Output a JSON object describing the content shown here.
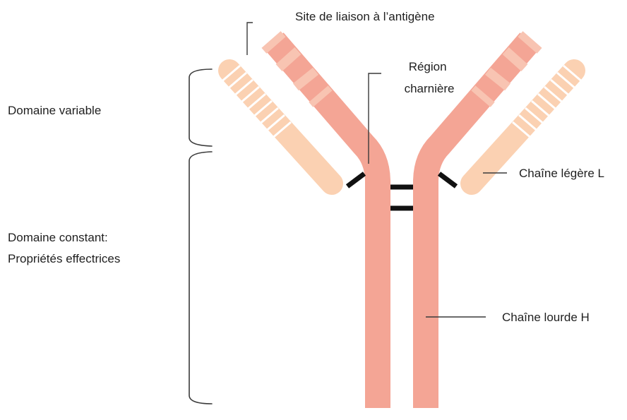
{
  "labels": {
    "antigen_site": "Site de liaison à l’antigène",
    "hinge_line1": "Région",
    "hinge_line2": "charnière",
    "variable_domain": "Domaine variable",
    "constant_domain_line1": "Domaine constant:",
    "constant_domain_line2": "Propriétés effectrices",
    "light_chain": "Chaîne légère L",
    "heavy_chain": "Chaîne lourde H"
  },
  "colors": {
    "heavy_chain": "#f4a595",
    "heavy_chain_band": "#f8c4b2",
    "light_chain": "#fbd1b2",
    "light_chain_band_gap": "#ffffff",
    "disulfide_bond": "#111111",
    "leader_line": "#3a3a3a",
    "text": "#1f1f1f"
  }
}
